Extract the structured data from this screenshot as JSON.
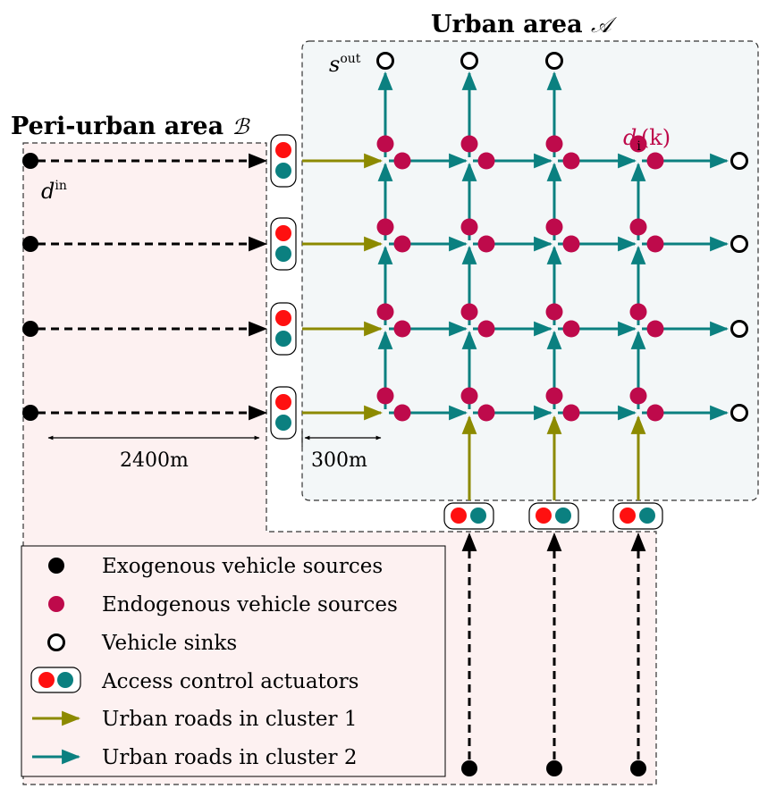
{
  "titles": {
    "urban": "Urban area",
    "urban_symbol": "𝒜",
    "periurban": "Peri-urban area",
    "periurban_symbol": "ℬ"
  },
  "labels": {
    "s_out_base": "s",
    "s_out_sup": "out",
    "d_in_base": "d",
    "d_in_sup": "in",
    "d_i_k": "d",
    "d_i_k_sub": "i",
    "d_i_k_arg": "(k)",
    "dist_periurban": "2400m",
    "dist_urban": "300m"
  },
  "legend": {
    "items": [
      {
        "label": "Exogenous vehicle sources",
        "icon": "black-dot-icon"
      },
      {
        "label": "Endogenous vehicle sources",
        "icon": "crimson-dot-icon"
      },
      {
        "label": "Vehicle sinks",
        "icon": "hollow-circle-icon"
      },
      {
        "label": "Access control actuators",
        "icon": "traffic-light-icon"
      },
      {
        "label": "Urban roads in cluster 1",
        "icon": "olive-arrow-icon"
      },
      {
        "label": "Urban roads in cluster 2",
        "icon": "teal-arrow-icon"
      }
    ]
  },
  "colors": {
    "cluster1": "#8c8a00",
    "cluster2": "#0b8080",
    "endogenous": "#be0a4b",
    "red_light": "#ff1010",
    "teal_light": "#0b8080",
    "urban_bg": "#f3f7f8",
    "periurban_bg": "#fdf1f1"
  }
}
